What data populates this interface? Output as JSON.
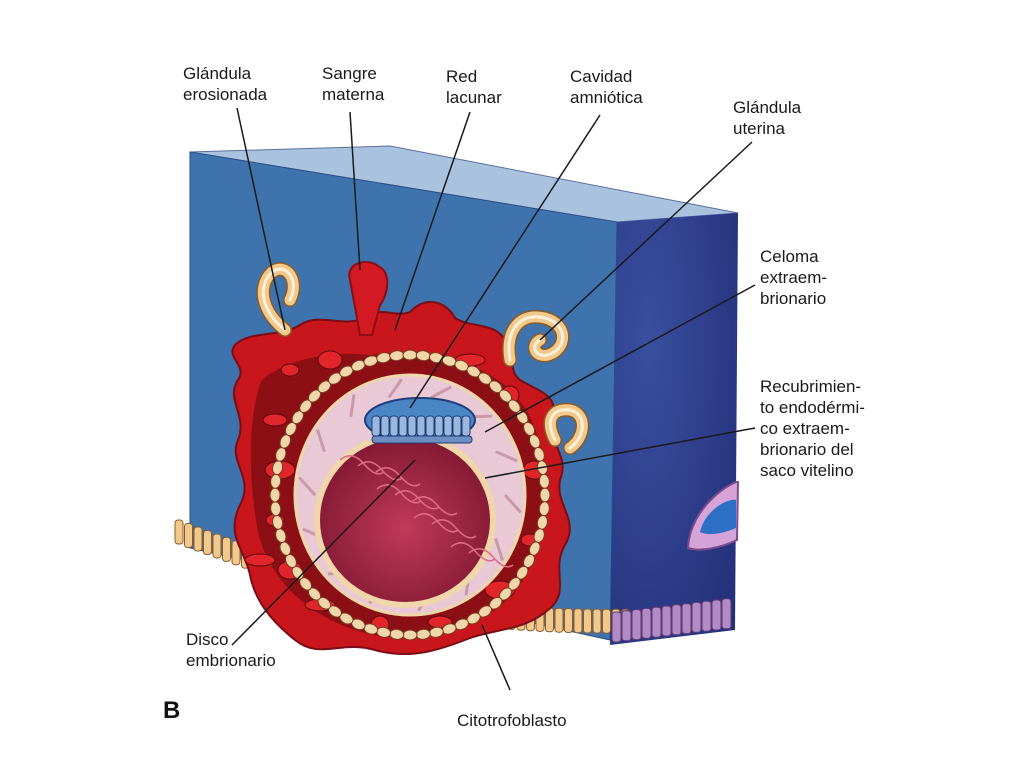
{
  "panel_letter": "B",
  "labels": {
    "glandula_erosionada": "Glándula\nerosionada",
    "sangre_materna": "Sangre\nmaterna",
    "red_lacunar": "Red\nlacunar",
    "cavidad_amniotica": "Cavidad\namniótica",
    "glandula_uterina": "Glándula\nuterina",
    "celoma": "Celoma\nextraem-\nbrionario",
    "recubrimiento": "Recubrimien-\nto endodérmi-\nco extraem-\nbrionario del\nsaco vitelino",
    "disco": "Disco\nembrionario",
    "citotrofoblasto": "Citotrofoblasto"
  },
  "colors": {
    "block_front": "#3f73ad",
    "block_side": "#2e3f8a",
    "block_top": "#a9c3de",
    "syncytio": "#c8161c",
    "trophoblast_dark": "#7a0e14",
    "cytotrophoblast_cells": "#f0d6a8",
    "amniotic_cavity": "#4a86c6",
    "yolk_sac": "#a4213e",
    "coelom": "#e9c9d6",
    "epithelium": "#f2c98a",
    "epithelium_side": "#b28ac6"
  }
}
